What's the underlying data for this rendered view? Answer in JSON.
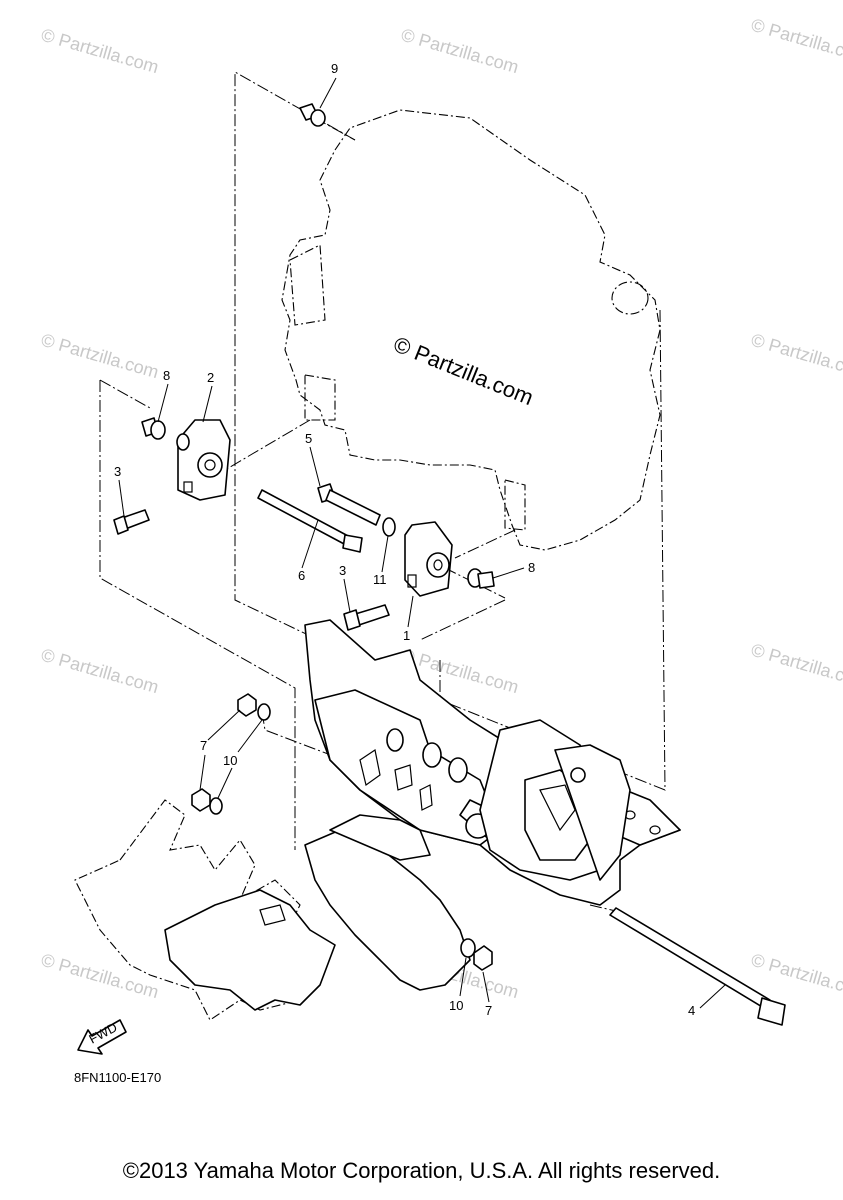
{
  "watermark": "© Partzilla.com",
  "center_mark": "© Partzilla.com",
  "diagram_code": "8FN1100-E170",
  "fwd_label": "FWD",
  "copyright": "©2013 Yamaha Motor Corporation, U.S.A. All rights reserved.",
  "callouts": {
    "c1": "1",
    "c2": "2",
    "c3a": "3",
    "c3b": "3",
    "c4": "4",
    "c5": "5",
    "c6": "6",
    "c7a": "7",
    "c7b": "7",
    "c8a": "8",
    "c8b": "8",
    "c9": "9",
    "c10a": "10",
    "c10b": "10",
    "c11": "11"
  }
}
